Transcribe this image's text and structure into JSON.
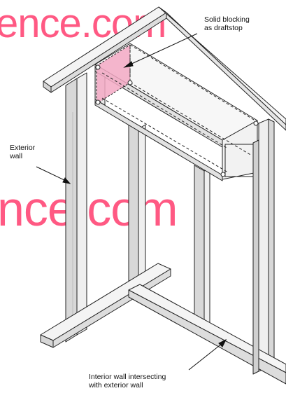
{
  "labels": {
    "blocking": "Solid blocking\nas draftstop",
    "exterior": "Exterior\nwall",
    "interior": "Interior wall intersecting\nwith exterior wall"
  },
  "watermarks": [
    "ence.com",
    "nce.com"
  ],
  "colors": {
    "stud": "#e9e9e9",
    "stud_shade": "#cfcfcf",
    "stroke": "#222222",
    "blocking": "#f3a9c4",
    "watermark": "#ff3d6e"
  }
}
